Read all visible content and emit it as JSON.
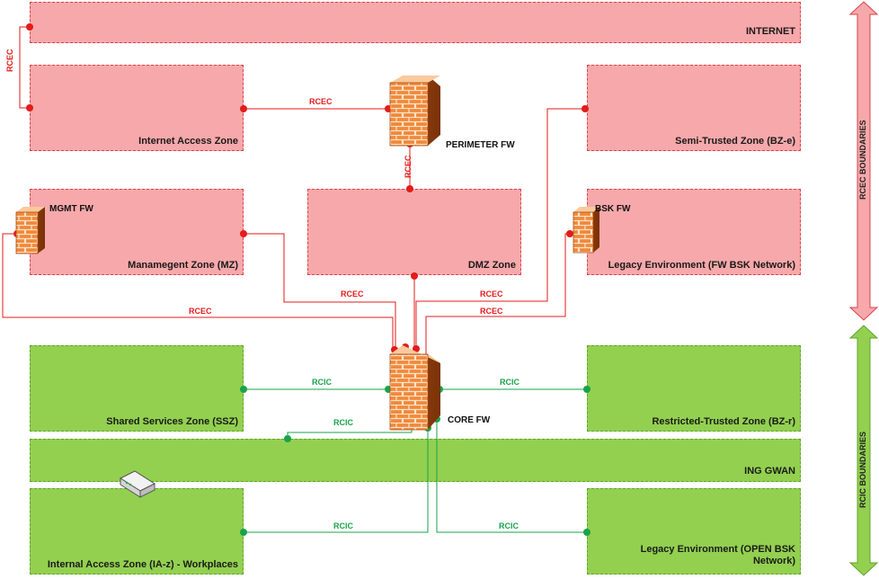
{
  "zones": {
    "internet": "INTERNET",
    "internet_access": "Internet Access Zone",
    "semi_trusted": "Semi-Trusted Zone (BZ-e)",
    "management": "Manamegent Zone (MZ)",
    "dmz": "DMZ Zone",
    "legacy_fw_bsk": "Legacy Environment (FW BSK Network)",
    "shared_services": "Shared Services Zone (SSZ)",
    "restricted_trusted": "Restricted-Trusted Zone (BZ-r)",
    "ing_gwan": "ING GWAN",
    "internal_access": "Internal Access Zone (IA-z) - Workplaces",
    "legacy_open_bsk": "Legacy Environment (OPEN BSK Network)"
  },
  "firewalls": {
    "perimeter": "PERIMETER FW",
    "mgmt": "MGMT FW",
    "bsk": "BSK FW",
    "core": "CORE FW"
  },
  "links": {
    "rcec": "RCEC",
    "rcic": "RCIC"
  },
  "boundaries": {
    "rcec": "RCEC BOUNDARIES",
    "rcic": "RCIC BOUNDARIES"
  },
  "colors": {
    "red_zone": "#f7a8aa",
    "green_zone": "#93d050",
    "rcec_line": "#e31b1b",
    "rcic_line": "#1aa34a",
    "firewall": "#f08a3c"
  },
  "icons": [
    "firewall-icon",
    "router-icon",
    "double-arrow-icon"
  ]
}
